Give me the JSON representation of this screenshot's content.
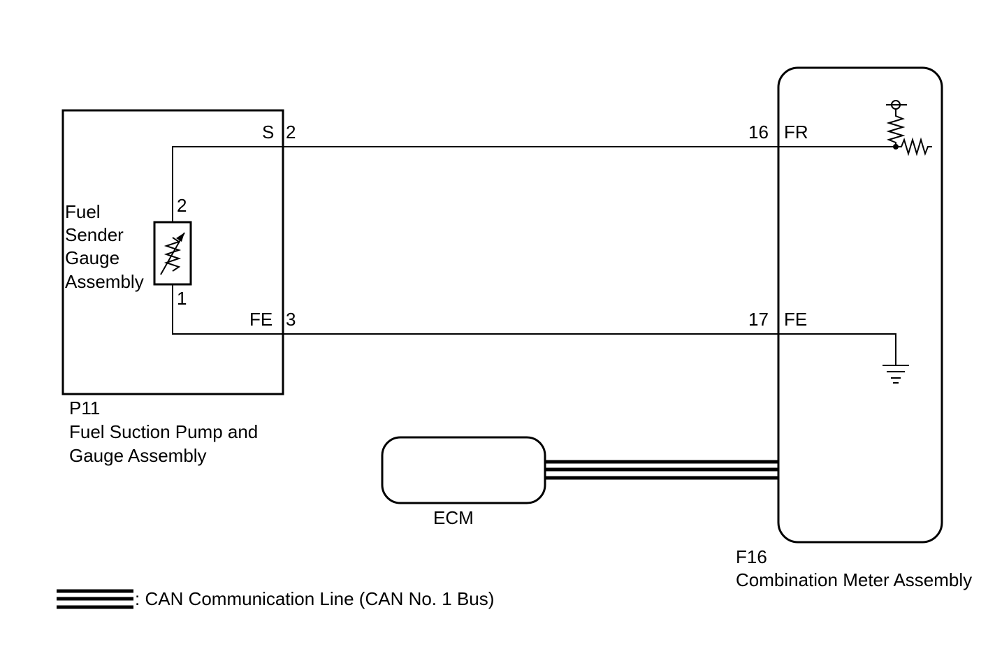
{
  "pump_assembly": {
    "code": "P11",
    "name_line1": "Fuel Suction Pump and",
    "name_line2": "Gauge Assembly",
    "sender": {
      "label_line1": "Fuel",
      "label_line2": "Sender",
      "label_line3": "Gauge",
      "label_line4": "Assembly",
      "pin_top": "2",
      "pin_bottom": "1"
    },
    "terminal_s": {
      "name": "S",
      "pin": "2"
    },
    "terminal_fe": {
      "name": "FE",
      "pin": "3"
    }
  },
  "meter_assembly": {
    "code": "F16",
    "name": "Combination Meter Assembly",
    "terminal_fr": {
      "pin": "16",
      "name": "FR"
    },
    "terminal_fe": {
      "pin": "17",
      "name": "FE"
    }
  },
  "ecm": {
    "label": "ECM"
  },
  "legend": {
    "can_text": ": CAN Communication Line (CAN No. 1 Bus)"
  }
}
